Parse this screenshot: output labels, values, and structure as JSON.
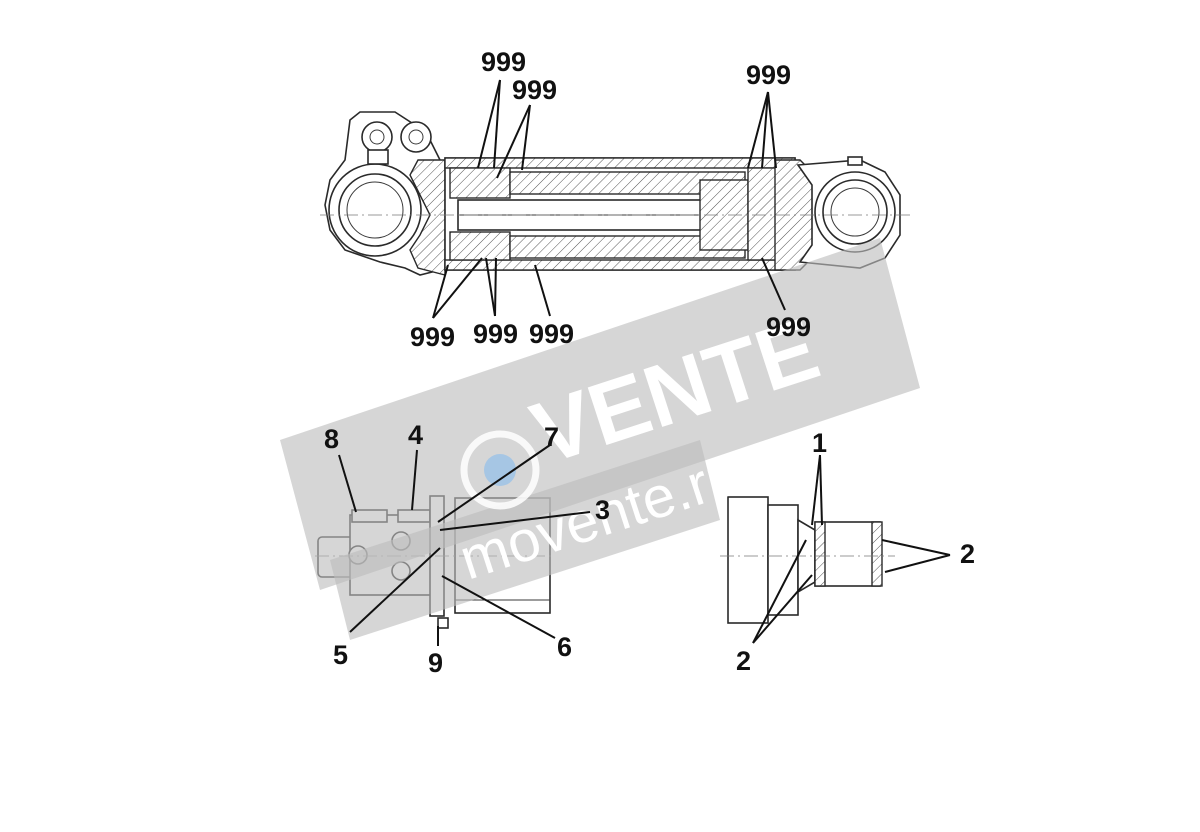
{
  "watermark": {
    "brand": "VENTE",
    "url": "movente.ru"
  },
  "callouts": {
    "top_seal_left_a": "999",
    "top_seal_left_b": "999",
    "top_seal_right": "999",
    "bottom_seal_left_a": "999",
    "bottom_seal_left_b": "999",
    "bottom_seal_left_c": "999",
    "bottom_seal_right": "999",
    "part_1": "1",
    "part_2_right": "2",
    "part_2_bottom": "2",
    "part_3": "3",
    "part_4": "4",
    "part_5": "5",
    "part_6": "6",
    "part_7": "7",
    "part_8": "8",
    "part_9": "9"
  }
}
